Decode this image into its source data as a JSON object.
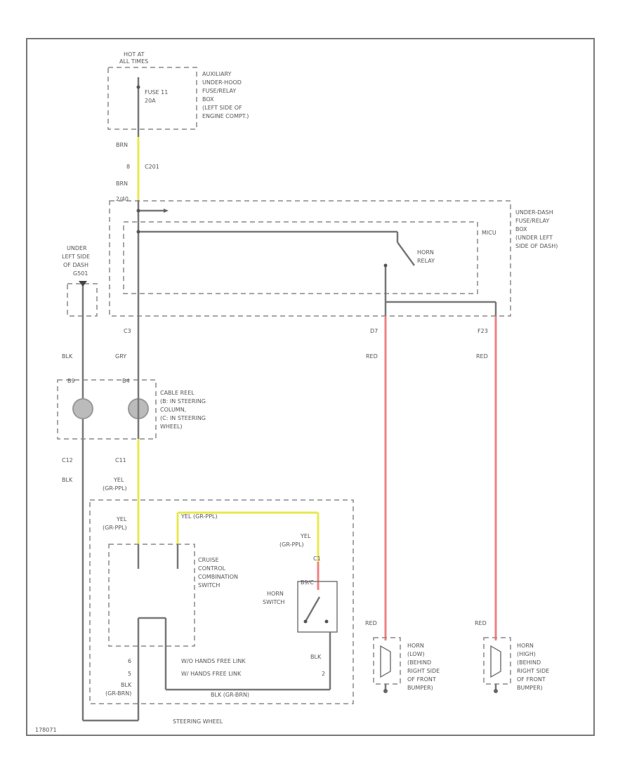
{
  "diagram_id": "178071",
  "fuse_box_top": {
    "hot": "HOT AT",
    "hot2": "ALL TIMES",
    "fuse": "FUSE 11",
    "amps": "20A",
    "desc": [
      "AUXILIARY",
      "UNDER-HOOD",
      "FUSE/RELAY",
      "BOX",
      "(LEFT SIDE OF",
      "ENGINE COMPT.)"
    ]
  },
  "connector_top": {
    "wire1": "BRN",
    "pin": "8",
    "conn": "C201",
    "wire2": "BRN",
    "pin2": "2/40"
  },
  "fuse_box_dash": {
    "desc": [
      "UNDER-DASH",
      "FUSE/RELAY",
      "BOX",
      "(UNDER LEFT",
      "SIDE OF DASH)"
    ],
    "micu": "MICU",
    "horn_relay": [
      "HORN",
      "RELAY"
    ],
    "pin_left": "C3",
    "pin_mid": "D7",
    "pin_right": "F23"
  },
  "ground": {
    "label": [
      "UNDER",
      "LEFT SIDE",
      "OF DASH",
      "G501"
    ]
  },
  "wires": {
    "blk": "BLK",
    "grn": "GRY",
    "red1": "RED",
    "red2": "RED"
  },
  "cable_reel": {
    "pin_left": "B9",
    "pin_right": "B4",
    "desc": [
      "CABLE REEL",
      "(B: IN STEERING",
      "COLUMN,",
      "(C: IN STEERING",
      "WHEEL)"
    ],
    "c_left": "C12",
    "c_right": "C11",
    "wire_left": "BLK",
    "wire_right": "YEL",
    "wire_right2": "(GR-PPL)"
  },
  "steering": {
    "yel1": "YEL",
    "yel1b": "(GR-PPL)",
    "yel_top": "YEL   (GR-PPL)",
    "yel2": "YEL",
    "yel2b": "(GR-PPL)",
    "pin_c1": "C1",
    "combo": [
      "CRUISE",
      "CONTROL",
      "COMBINATION",
      "SWITCH"
    ],
    "horn_switch": [
      "HORN",
      "SWITCH"
    ],
    "horn_pin": "B9/C",
    "hf1": "W/O HANDS FREE LINK",
    "hf2": "W/ HANDS FREE LINK",
    "pin6": "6",
    "pin5": "5",
    "blk_left": "BLK",
    "blk_left2": "(GR-BRN)",
    "blk_right": "BLK",
    "pin2": "2",
    "bottom_wire": "BLK   (GR-BRN)",
    "label": "STEERING WHEEL"
  },
  "horn_low": {
    "wire": "RED",
    "desc": [
      "HORN",
      "(LOW)",
      "(BEHIND",
      "RIGHT SIDE",
      "OF FRONT",
      "BUMPER)"
    ]
  },
  "horn_high": {
    "wire": "RED",
    "desc": [
      "HORN",
      "(HIGH)",
      "(BEHIND",
      "RIGHT SIDE",
      "OF FRONT",
      "BUMPER)"
    ]
  },
  "colors": {
    "yellow": "#e8e850",
    "red": "#f08080",
    "wire": "#777777"
  }
}
